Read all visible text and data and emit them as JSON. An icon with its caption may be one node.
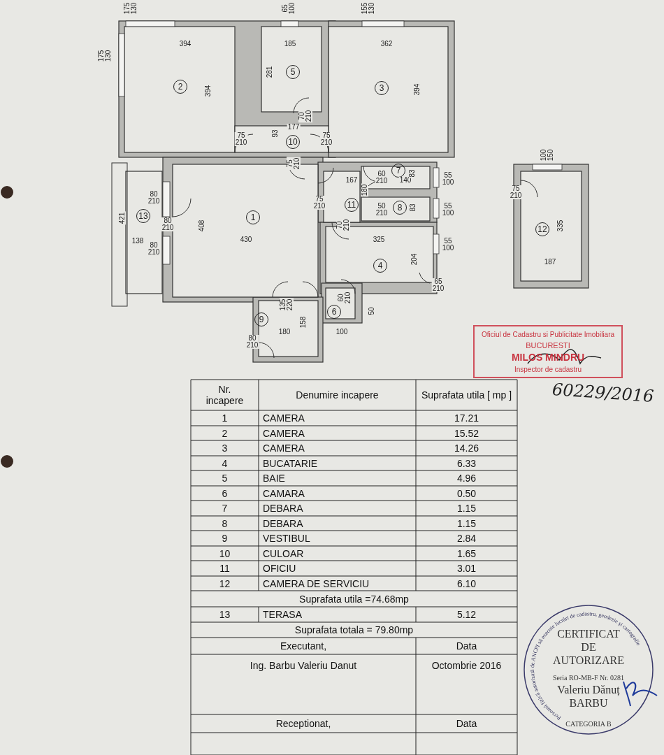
{
  "diagram": {
    "nodes": [
      {
        "text": [
          "1"
        ]
      },
      {
        "text": [
          "2"
        ]
      },
      {
        "text": [
          "3"
        ]
      },
      {
        "text": [
          "4"
        ]
      },
      {
        "text": [
          "5"
        ]
      },
      {
        "text": [
          "6"
        ]
      },
      {
        "text": [
          "7"
        ]
      },
      {
        "text": [
          "8"
        ]
      },
      {
        "text": [
          "9"
        ]
      },
      {
        "text": [
          "10"
        ]
      },
      {
        "text": [
          "11"
        ]
      },
      {
        "text": [
          "12"
        ]
      },
      {
        "text": [
          "13"
        ]
      }
    ],
    "edges": [],
    "labels": [
      "175 130",
      "65 100",
      "155 130",
      "175 130",
      "394",
      "185",
      "362",
      "281",
      "394",
      "394",
      "70 210",
      "177",
      "75 210",
      "93",
      "75 210",
      "75 210",
      "100 150",
      "60 210",
      "140",
      "83",
      "55 100",
      "167",
      "180",
      "75 210",
      "80 210",
      "75 210",
      "50 210",
      "83",
      "55 100",
      "421",
      "80 210",
      "408",
      "70 210",
      "335",
      "138",
      "80 210",
      "430",
      "325",
      "55 100",
      "204",
      "187",
      "65 210",
      "60 210",
      "135 220",
      "50",
      "158",
      "180",
      "100",
      "80 210",
      "Oficiul de Cadastru si Publicitate Imobiliara",
      "BUCURESTI",
      "MILOS MINDRU",
      "Inspector de cadastru",
      "60229/2016",
      "Persoană fizică autorizată de ANCPI să execute lucrări de cadastru, geodezie și cartografie",
      "CERTIFICAT DE AUTORIZARE",
      "Seria RO-MB-F Nr. 0281",
      "Valeriu Dănuț BARBU",
      "CATEGORIA B",
      "Nr. incapere",
      "Denumire incapere",
      "Suprafata utila [ mp ]",
      "1",
      "CAMERA",
      "17.21",
      "2",
      "CAMERA",
      "15.52",
      "3",
      "CAMERA",
      "14.26",
      "4",
      "BUCATARIE",
      "6.33",
      "5",
      "BAIE",
      "4.96",
      "6",
      "CAMARA",
      "0.50",
      "7",
      "DEBARA",
      "1.15",
      "8",
      "DEBARA",
      "1.15",
      "9",
      "VESTIBUL",
      "2.84",
      "10",
      "CULOAR",
      "1.65",
      "11",
      "OFICIU",
      "3.01",
      "12",
      "CAMERA DE SERVICIU",
      "6.10",
      "Suprafata utila =74.68mp",
      "13",
      "TERASA",
      "5.12",
      "Suprafata totala = 79.80mp",
      "Executant,",
      "Data",
      "Ing. Barbu Valeriu Danut",
      "Octombrie 2016",
      "Receptionat,",
      "Data"
    ]
  }
}
